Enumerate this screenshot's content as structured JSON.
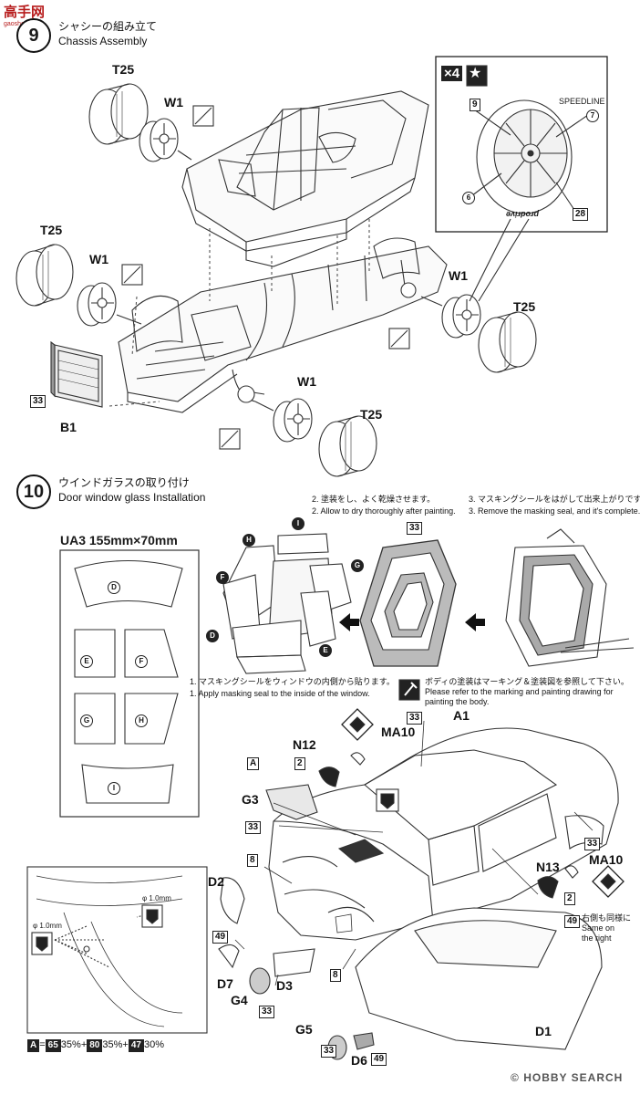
{
  "watermark": {
    "logo_text": "高手网",
    "logo_sub": "gaoshou.com"
  },
  "step9": {
    "number": "9",
    "title_jp": "シャシーの組み立て",
    "title_en": "Chassis Assembly",
    "parts": {
      "t25_a": "T25",
      "w1_a": "W1",
      "t25_b": "T25",
      "w1_b": "W1",
      "w1_c": "W1",
      "t25_c": "T25",
      "w1_d": "W1",
      "t25_d": "T25",
      "b1": "B1",
      "color_33": "33"
    },
    "wheel_detail": {
      "qty": "×4",
      "star": "★",
      "color_9": "9",
      "brand": "SPEEDLINE",
      "decal_7": "7",
      "decal_6": "6",
      "color_28": "28",
      "rim_text": "prodrive"
    }
  },
  "step10": {
    "number": "10",
    "title_jp": "ウインドガラスの取り付け",
    "title_en": "Door window glass Installation",
    "tray": {
      "title": "UA3  155mm×70mm",
      "pieces": [
        "D",
        "E",
        "F",
        "G",
        "H",
        "I"
      ]
    },
    "instr1_jp": "1. マスキングシールをウィンドウの内側から貼ります。",
    "instr1_en": "1. Apply masking seal to the inside of the window.",
    "instr2_jp": "2. 塗装をし、よく乾燥させます。",
    "instr2_en": "2. Allow to dry thoroughly after painting.",
    "instr3_jp": "3. マスキングシールをはがして出来上がりです。",
    "instr3_en": "3. Remove the masking seal, and it's complete.",
    "paint_note_jp": "ボディの塗装はマーキング＆塗装図を参照して下さい。",
    "paint_note_en": "Please refer to the marking and painting drawing for painting the body.",
    "window_labels": {
      "d": "D",
      "e": "E",
      "f": "F",
      "g": "G",
      "h": "H",
      "i": "I"
    },
    "color_33": "33"
  },
  "body": {
    "a1": "A1",
    "n12": "N12",
    "ma10_a": "MA10",
    "n13": "N13",
    "ma10_b": "MA10",
    "g3": "G3",
    "d2": "D2",
    "d7": "D7",
    "g4": "G4",
    "d3": "D3",
    "g5": "G5",
    "d6": "D6",
    "d1": "D1",
    "c33_a": "33",
    "c33_b": "33",
    "c33_c": "33",
    "c33_d": "33",
    "c33_e": "33",
    "c8_a": "8",
    "c8_b": "8",
    "c49_a": "49",
    "c49_b": "49",
    "c49_c": "49",
    "c2_a": "2",
    "c2_b": "2",
    "ca": "A",
    "same_note_jp": "右側も同様に",
    "same_note_en_1": "Same on",
    "same_note_en_2": "the right"
  },
  "detail_inset": {
    "hole_a": "φ 1.0mm",
    "hole_b": "φ 1.0mm"
  },
  "color_mix": {
    "code_a": "A",
    "eq": "=",
    "c65": "65",
    "p65": "35%+",
    "c80": "80",
    "p80": "35%+",
    "c47": "47",
    "p47": "30%"
  },
  "footer": {
    "copyright": "©",
    "brand": "HOBBY SEARCH"
  }
}
